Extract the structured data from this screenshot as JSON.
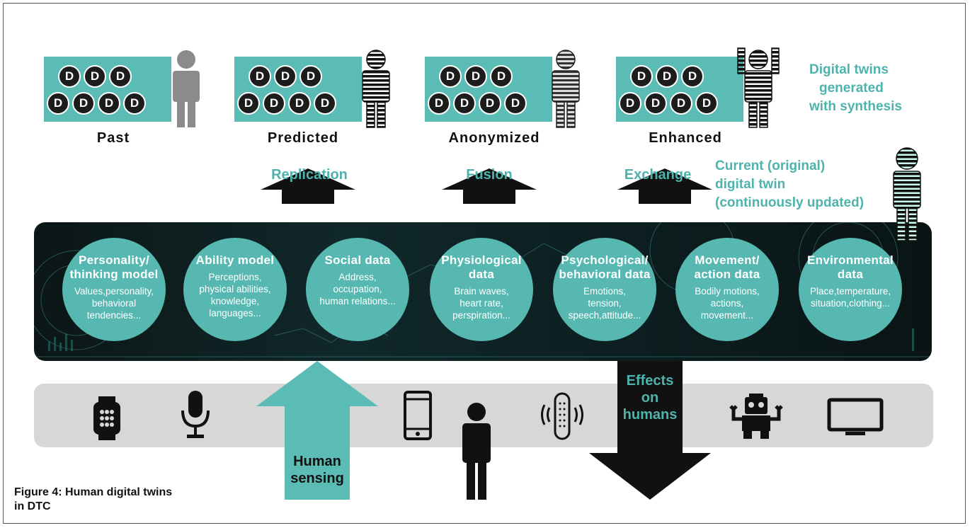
{
  "diagram": {
    "twins": [
      {
        "label": "Past"
      },
      {
        "label": "Predicted"
      },
      {
        "label": "Anonymized"
      },
      {
        "label": "Enhanced"
      }
    ],
    "dot_letter": "D",
    "synthesis_note": [
      "Digital twins",
      "generated",
      "with synthesis"
    ],
    "current_twin_note": [
      "Current (original)",
      "digital twin",
      "(continuously updated)"
    ],
    "operations": [
      "Replication",
      "Fusion",
      "Exchange"
    ],
    "categories": [
      {
        "title": [
          "Personality/",
          "thinking model"
        ],
        "detail": [
          "Values,personality,",
          "behavioral",
          "tendencies..."
        ]
      },
      {
        "title": [
          "Ability model"
        ],
        "detail": [
          "Perceptions,",
          "physical abilities,",
          "knowledge,",
          "languages..."
        ]
      },
      {
        "title": [
          "Social data"
        ],
        "detail": [
          "Address,",
          "occupation,",
          "human relations..."
        ]
      },
      {
        "title": [
          "Physiological",
          "data"
        ],
        "detail": [
          "Brain waves,",
          "heart rate,",
          "perspiration..."
        ]
      },
      {
        "title": [
          "Psychological/",
          "behavioral data"
        ],
        "detail": [
          "Emotions,",
          "tension,",
          "speech,attitude..."
        ]
      },
      {
        "title": [
          "Movement/",
          "action data"
        ],
        "detail": [
          "Bodily motions,",
          "actions,",
          "movement..."
        ]
      },
      {
        "title": [
          "Environmental",
          "data"
        ],
        "detail": [
          "Place,temperature,",
          "situation,clothing..."
        ]
      }
    ],
    "human_sensing": [
      "Human",
      "sensing"
    ],
    "effects": [
      "Effects",
      "on",
      "humans"
    ],
    "devices": [
      "smartwatch-icon",
      "microphone-icon",
      "smartphone-icon",
      "smart-speaker-icon",
      "robot-icon",
      "monitor-icon"
    ],
    "caption": [
      "Figure 4: Human digital twins",
      "in DTC"
    ],
    "colors": {
      "teal": "#5bbcb5",
      "teal_text": "#4db3ac",
      "dark": "#111111",
      "gray_band": "#d7d7d7"
    }
  }
}
